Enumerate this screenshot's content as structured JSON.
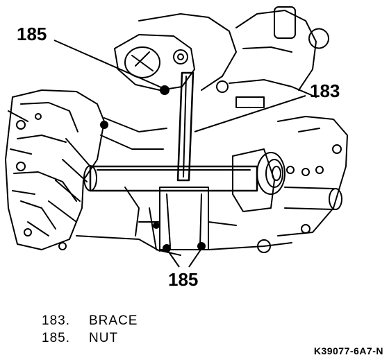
{
  "callouts": {
    "top_left": "185",
    "right": "183",
    "bottom": "185"
  },
  "legend": [
    {
      "number": "183.",
      "label": "BRACE"
    },
    {
      "number": "185.",
      "label": "NUT"
    }
  ],
  "figure_code": "K39077-6A7-N",
  "colors": {
    "ink": "#000000",
    "paper": "#ffffff"
  }
}
